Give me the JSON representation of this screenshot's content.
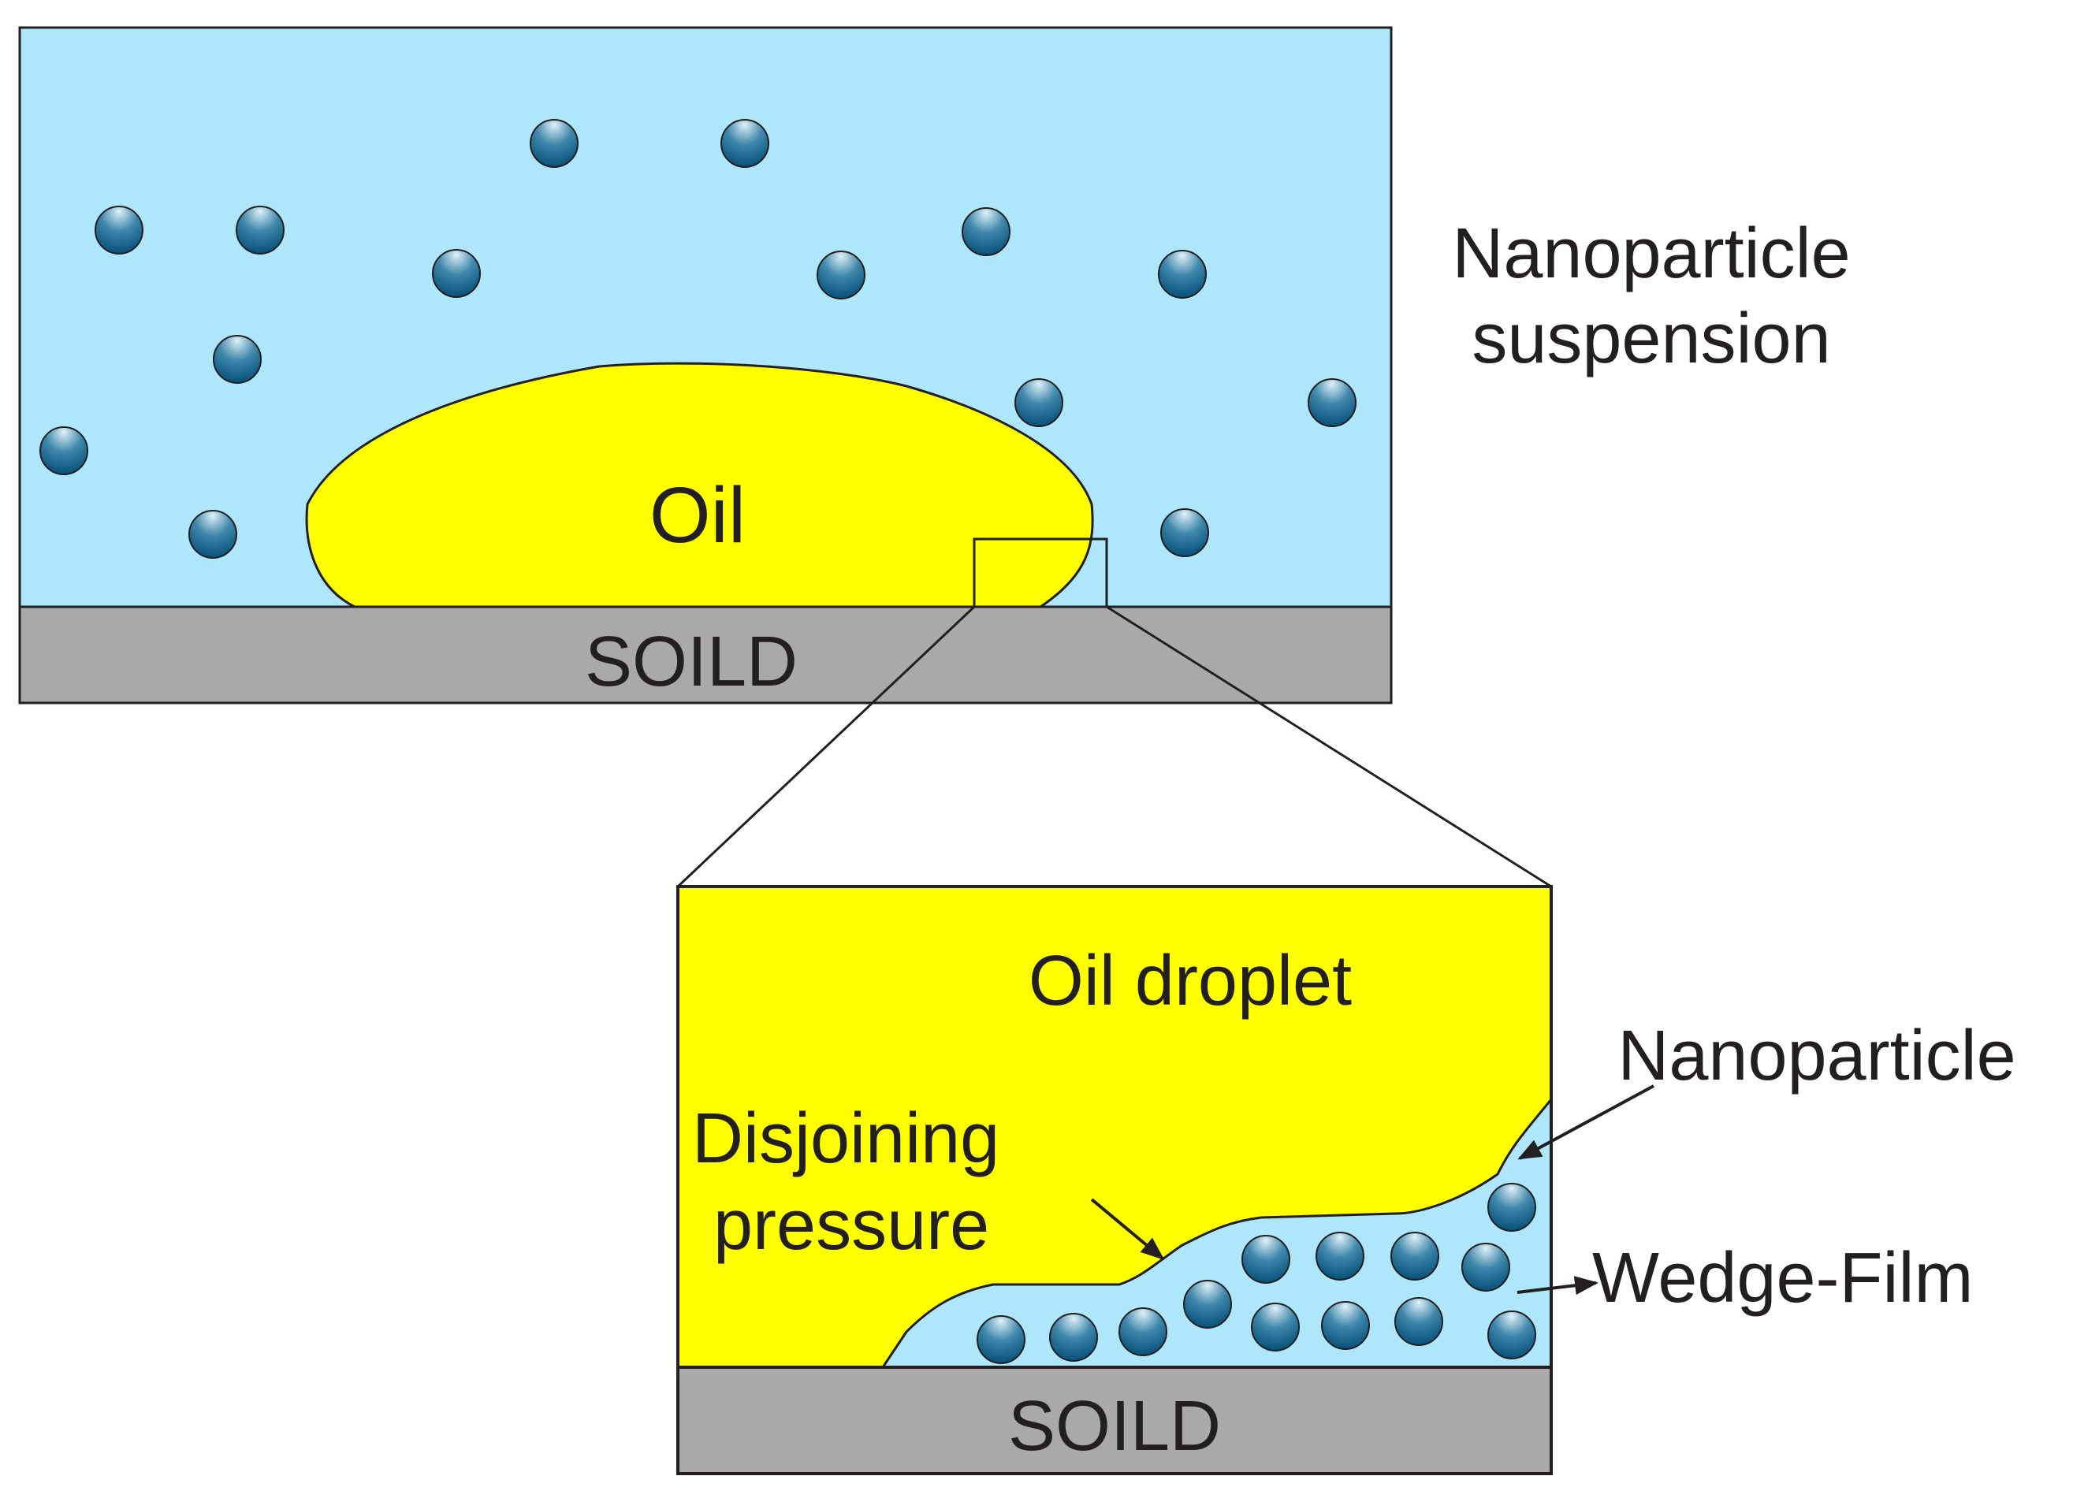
{
  "labels": {
    "nanoparticle_suspension_line1": "Nanoparticle",
    "nanoparticle_suspension_line2": "suspension",
    "oil": "Oil",
    "solid_top": "SOILD",
    "oil_droplet": "Oil droplet",
    "nanoparticle": "Nanoparticle",
    "disjoining_line1": "Disjoining",
    "disjoining_line2": "pressure",
    "wedge_film": "Wedge-Film",
    "solid_bottom": "SOILD"
  },
  "colors": {
    "suspension": "#aee6fb",
    "oil": "#ffff00",
    "solid": "#a9a9a9",
    "particle_light": "#dff1f8",
    "particle_dark": "#004a73",
    "outline": "#231f20"
  },
  "icons": {
    "particle": "nanoparticle-sphere-icon",
    "arrow": "arrow-icon"
  }
}
